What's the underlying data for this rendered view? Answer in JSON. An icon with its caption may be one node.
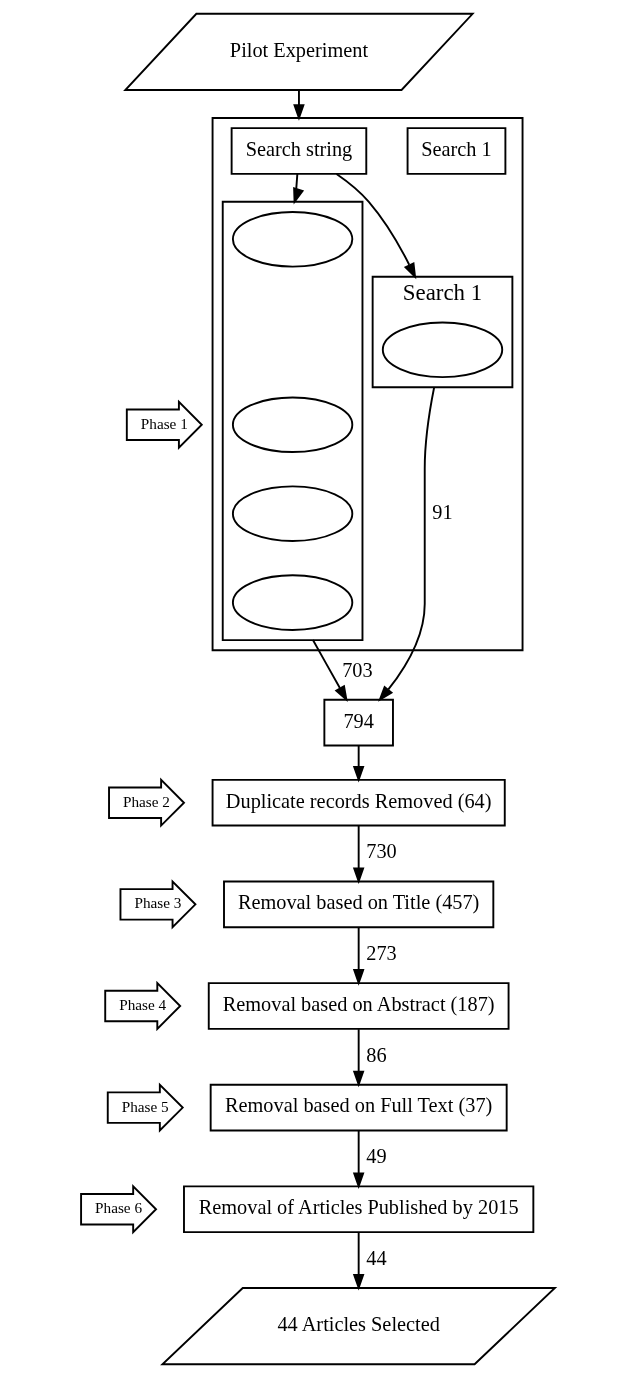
{
  "diagram": {
    "nodes": [
      {
        "text": [
          "Pilot Experiment"
        ]
      },
      {
        "text": [],
        "shape": "box"
      },
      {
        "text": [
          "Search 1"
        ],
        "in": 1
      },
      {
        "text": [],
        "shape": "box",
        "in": 1
      },
      {
        "text": [],
        "shape": "ellipse",
        "in": 3
      },
      {
        "text": [],
        "shape": "ellipse",
        "in": 3
      },
      {
        "text": [],
        "shape": "ellipse",
        "in": 3
      },
      {
        "text": [],
        "shape": "ellipse",
        "in": 3
      },
      {
        "text": [
          "Search 1"
        ],
        "in": 1
      },
      {
        "text": [],
        "shape": "ellipse",
        "in": 8
      },
      {
        "text": [
          "Search string"
        ],
        "in": 1
      },
      {
        "text": [
          "Phase 1"
        ]
      },
      {
        "text": [
          "794"
        ]
      },
      {
        "text": [
          "Phase 2"
        ]
      },
      {
        "text": [
          "Duplicate records Removed (64)"
        ]
      },
      {
        "text": [
          "Phase 3"
        ]
      },
      {
        "text": [
          "Removal based on Title (457)"
        ]
      },
      {
        "text": [
          "Phase 4"
        ]
      },
      {
        "text": [
          "Removal based on Abstract (187)"
        ]
      },
      {
        "text": [
          "Phase 5"
        ]
      },
      {
        "text": [
          "Removal based on Full Text (37)"
        ]
      },
      {
        "text": [
          "Phase 6"
        ]
      },
      {
        "text": [
          "Removal of Articles Published by 2015"
        ]
      },
      {
        "text": [
          "44 Articles Selected"
        ]
      }
    ],
    "edges": [
      {
        "from": 0,
        "to": 1,
        "arrow": "to"
      },
      {
        "from": 10,
        "to": 3,
        "arrow": "to"
      },
      {
        "from": 10,
        "to": 8,
        "arrow": "to"
      },
      {
        "from": 3,
        "to": 12,
        "arrow": "to",
        "label": "703"
      },
      {
        "from": 8,
        "to": 12,
        "arrow": "to",
        "label": "91"
      },
      {
        "from": 12,
        "to": 14,
        "arrow": "to"
      },
      {
        "from": 14,
        "to": 16,
        "arrow": "to",
        "label": "730"
      },
      {
        "from": 16,
        "to": 18,
        "arrow": "to",
        "label": "273"
      },
      {
        "from": 18,
        "to": 20,
        "arrow": "to",
        "label": "86"
      },
      {
        "from": 20,
        "to": 22,
        "arrow": "to",
        "label": "49"
      },
      {
        "from": 22,
        "to": 23,
        "arrow": "to",
        "label": "44"
      }
    ]
  }
}
